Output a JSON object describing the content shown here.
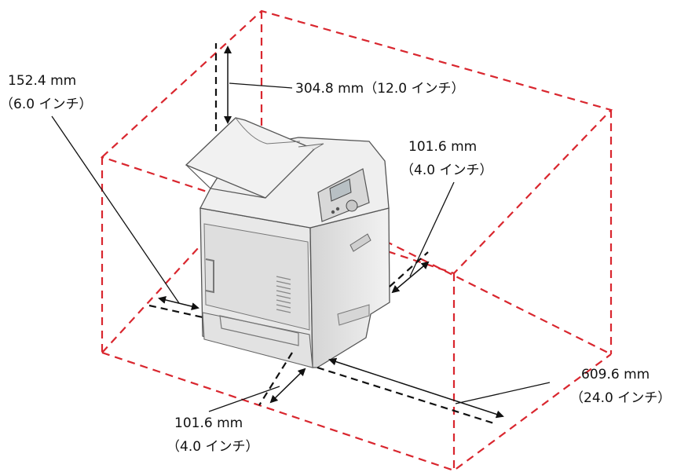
{
  "labels": {
    "left_clearance": {
      "mm": "152.4 mm",
      "inch": "（6.0 インチ）"
    },
    "top_clearance": {
      "text": "304.8 mm（12.0 インチ）"
    },
    "right_clearance": {
      "mm": "101.6 mm",
      "inch": "（4.0 インチ）"
    },
    "front_clearance": {
      "mm": "101.6 mm",
      "inch": "（4.0 インチ）"
    },
    "back_clearance": {
      "mm": "609.6 mm",
      "inch": "（24.0 インチ）"
    }
  },
  "colors": {
    "clearance_box": "#d9262e",
    "dimension_lines": "#111111",
    "printer_body": "#e6e6e6",
    "printer_outline": "#555555"
  }
}
